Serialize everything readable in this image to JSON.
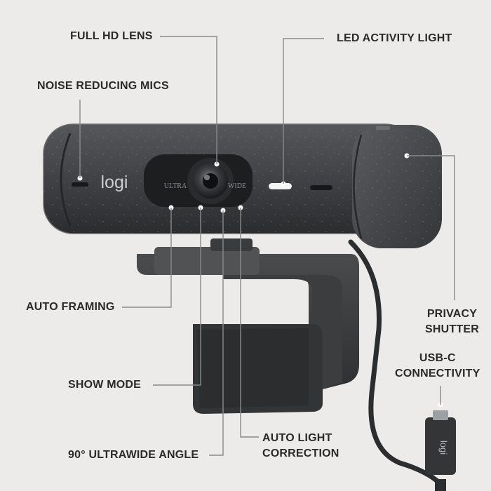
{
  "brand": {
    "logo_text": "logi",
    "lens_label_left": "ULTRA",
    "lens_label_right": "WIDE",
    "cable_plug_text": "logi"
  },
  "callouts": {
    "full_hd_lens": "FULL HD LENS",
    "led_activity_light": "LED ACTIVITY LIGHT",
    "noise_reducing_mics": "NOISE REDUCING MICS",
    "auto_framing": "AUTO FRAMING",
    "privacy_shutter_line1": "PRIVACY",
    "privacy_shutter_line2": "SHUTTER",
    "usb_c_line1": "USB-C",
    "usb_c_line2": "CONNECTIVITY",
    "show_mode": "SHOW MODE",
    "auto_light_line1": "AUTO LIGHT",
    "auto_light_line2": "CORRECTION",
    "ultrawide_angle": "90° ULTRAWIDE ANGLE"
  },
  "colors": {
    "background": "#ecebe9",
    "body": "#3a3b3d",
    "text": "#2a2a2a",
    "line": "#8a8a8a"
  }
}
